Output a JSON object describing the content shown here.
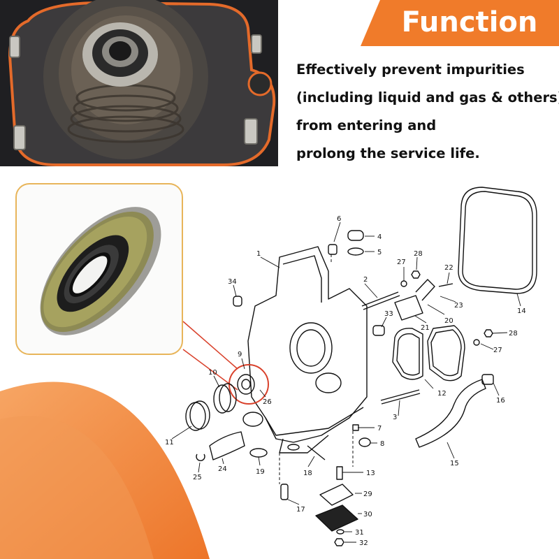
{
  "banner": {
    "title": "Function",
    "color": "#f07b2a"
  },
  "description": {
    "lines": [
      "Effectively prevent impurities",
      "(including liquid and gas & others)",
      "from entering and",
      "prolong the service life."
    ]
  },
  "diagram": {
    "part_numbers": [
      "1",
      "2",
      "3",
      "4",
      "5",
      "6",
      "7",
      "8",
      "9",
      "10",
      "11",
      "12",
      "13",
      "14",
      "15",
      "16",
      "17",
      "18",
      "19",
      "20",
      "21",
      "22",
      "23",
      "24",
      "25",
      "26",
      "27",
      "28",
      "29",
      "30",
      "31",
      "32",
      "33",
      "34"
    ]
  },
  "colors": {
    "accent": "#f07b2a",
    "card_border": "#e8b55a",
    "highlight_ring": "#d9412b"
  }
}
